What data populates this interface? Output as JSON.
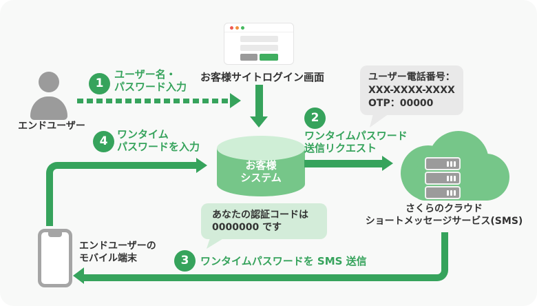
{
  "colors": {
    "accent_green": "#36a35c",
    "soft_green": "#76c689",
    "cylinder_top_green": "#cfeed6",
    "bubble_green": "#d3ecd9",
    "bubble_gray": "#e9e9e9",
    "icon_gray": "#9b9b9b",
    "text_dark": "#333333"
  },
  "actors": {
    "end_user": {
      "label": "エンドユーザー"
    },
    "login_screen": {
      "label": "お客様サイトログイン画面"
    },
    "customer_system": {
      "line1": "お客様",
      "line2": "システム"
    },
    "sms_service": {
      "line1": "さくらのクラウド",
      "line2": "ショートメッセージサービス(SMS)"
    },
    "mobile_device": {
      "line1": "エンドユーザーの",
      "line2": "モバイル端末"
    }
  },
  "steps": [
    {
      "number": "1",
      "line1": "ユーザー名・",
      "line2": "パスワード入力"
    },
    {
      "number": "2",
      "line1": "ワンタイムパスワード",
      "line2": "送信リクエスト"
    },
    {
      "number": "3",
      "label": "ワンタイムパスワードを SMS 送信"
    },
    {
      "number": "4",
      "line1": "ワンタイム",
      "line2": "パスワードを入力"
    }
  ],
  "bubbles": {
    "otp_request": {
      "line1": "ユーザー電話番号：",
      "line2": "XXX-XXXX-XXXX",
      "line3": "OTP：00000"
    },
    "sms_message": {
      "line1": "あなたの認証コードは",
      "line2": "0000000 です"
    }
  }
}
